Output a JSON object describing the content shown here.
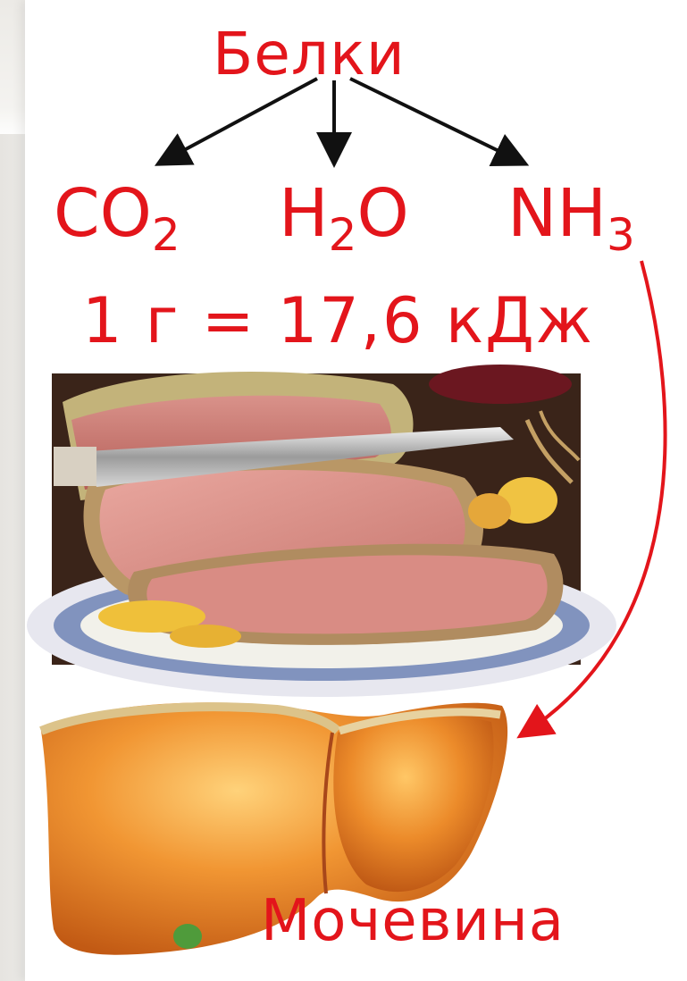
{
  "title": "Белки",
  "products": [
    {
      "base": "CO",
      "sub": "2"
    },
    {
      "base": "H",
      "sub": "2",
      "tail": "O"
    },
    {
      "base": "NH",
      "sub": "3"
    }
  ],
  "energy": "1 г = 17,6 кДж",
  "end_product": "Мочевина",
  "images": [
    "roast-meat-photo",
    "liver-illustration"
  ],
  "colors": {
    "text": "#e3151b",
    "arrows": "#111111",
    "curve_arrow": "#e3151b"
  }
}
